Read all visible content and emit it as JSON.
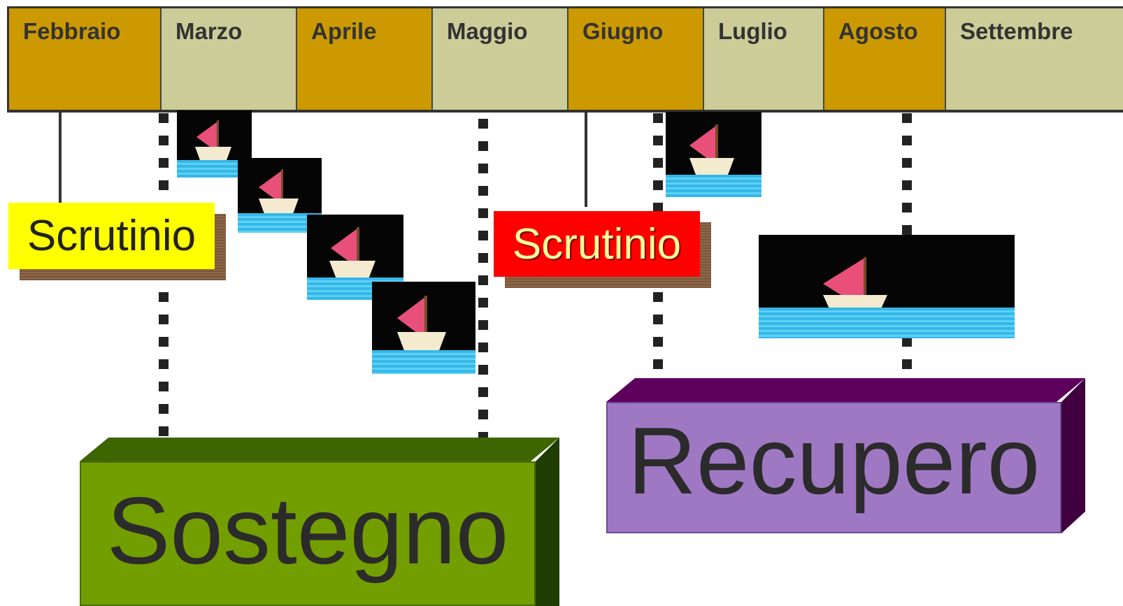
{
  "timeline": {
    "months": [
      {
        "label": "Febbraio",
        "tone": "ochre"
      },
      {
        "label": "Marzo",
        "tone": "pale"
      },
      {
        "label": "Aprile",
        "tone": "ochre"
      },
      {
        "label": "Maggio",
        "tone": "pale"
      },
      {
        "label": "Giugno",
        "tone": "ochre"
      },
      {
        "label": "Luglio",
        "tone": "pale"
      },
      {
        "label": "Agosto",
        "tone": "ochre"
      },
      {
        "label": "Settembre",
        "tone": "pale"
      }
    ]
  },
  "labels": {
    "scrutinio_first": "Scrutinio",
    "scrutinio_second": "Scrutinio"
  },
  "blocks": {
    "sostegno": "Sostegno",
    "recupero": "Recupero"
  },
  "colors": {
    "ochre": "#cc9900",
    "pale": "#cccc99",
    "sostegno_front": "#739e00",
    "recupero_front": "#9f78c4",
    "scrutinio_yellow": "#ffff00",
    "scrutinio_red": "#ff0000"
  },
  "icons": {
    "boat": "sailboat-icon"
  }
}
